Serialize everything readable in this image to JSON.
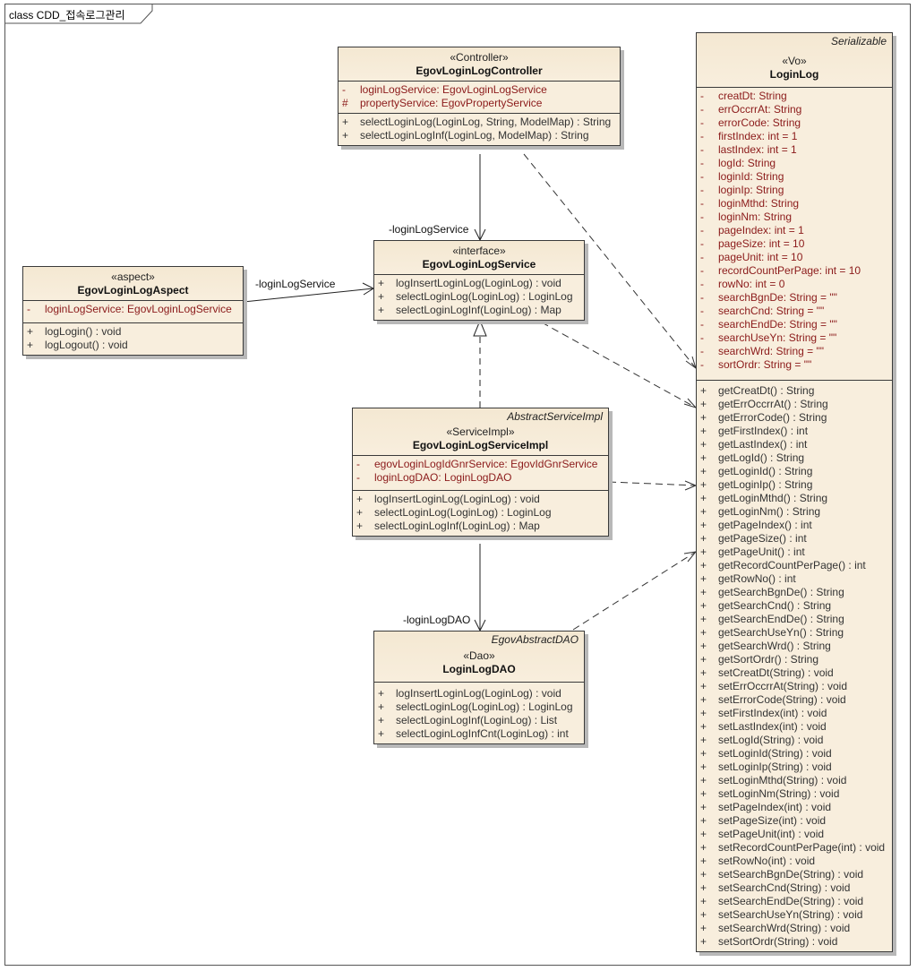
{
  "diagram": {
    "frame_title": "class CDD_접속로그관리",
    "colors": {
      "class_fill": "#f8eedd",
      "attribute_text": "#8b1a1a",
      "operation_text": "#333333",
      "border": "#3a3a3a"
    }
  },
  "classes": {
    "controller": {
      "stereotype": "«Controller»",
      "name": "EgovLoginLogController",
      "attributes": [
        {
          "vis": "-",
          "text": "loginLogService:  EgovLoginLogService"
        },
        {
          "vis": "#",
          "text": "propertyService:  EgovPropertyService"
        }
      ],
      "operations": [
        {
          "vis": "+",
          "text": "selectLoginLog(LoginLog, String, ModelMap) : String"
        },
        {
          "vis": "+",
          "text": "selectLoginLogInf(LoginLog, ModelMap) : String"
        }
      ]
    },
    "service": {
      "stereotype": "«interface»",
      "name": "EgovLoginLogService",
      "operations": [
        {
          "vis": "+",
          "text": "logInsertLoginLog(LoginLog) : void"
        },
        {
          "vis": "+",
          "text": "selectLoginLog(LoginLog) : LoginLog"
        },
        {
          "vis": "+",
          "text": "selectLoginLogInf(LoginLog) : Map"
        }
      ]
    },
    "aspect": {
      "stereotype": "«aspect»",
      "name": "EgovLoginLogAspect",
      "attributes": [
        {
          "vis": "-",
          "text": "loginLogService:  EgovLoginLogService"
        }
      ],
      "operations": [
        {
          "vis": "+",
          "text": "logLogin() : void"
        },
        {
          "vis": "+",
          "text": "logLogout() : void"
        }
      ]
    },
    "serviceimpl": {
      "parent": "AbstractServiceImpl",
      "stereotype": "«ServiceImpl»",
      "name": "EgovLoginLogServiceImpl",
      "attributes": [
        {
          "vis": "-",
          "text": "egovLoginLogIdGnrService:  EgovIdGnrService"
        },
        {
          "vis": "-",
          "text": "loginLogDAO:  LoginLogDAO"
        }
      ],
      "operations": [
        {
          "vis": "+",
          "text": "logInsertLoginLog(LoginLog) : void"
        },
        {
          "vis": "+",
          "text": "selectLoginLog(LoginLog) : LoginLog"
        },
        {
          "vis": "+",
          "text": "selectLoginLogInf(LoginLog) : Map"
        }
      ]
    },
    "dao": {
      "parent": "EgovAbstractDAO",
      "stereotype": "«Dao»",
      "name": "LoginLogDAO",
      "operations": [
        {
          "vis": "+",
          "text": "logInsertLoginLog(LoginLog) : void"
        },
        {
          "vis": "+",
          "text": "selectLoginLog(LoginLog) : LoginLog"
        },
        {
          "vis": "+",
          "text": "selectLoginLogInf(LoginLog) : List"
        },
        {
          "vis": "+",
          "text": "selectLoginLogInfCnt(LoginLog) : int"
        }
      ]
    },
    "vo": {
      "parent": "Serializable",
      "stereotype": "«Vo»",
      "name": "LoginLog",
      "attributes": [
        {
          "vis": "-",
          "text": "creatDt:  String"
        },
        {
          "vis": "-",
          "text": "errOccrrAt:  String"
        },
        {
          "vis": "-",
          "text": "errorCode:  String"
        },
        {
          "vis": "-",
          "text": "firstIndex:  int = 1"
        },
        {
          "vis": "-",
          "text": "lastIndex:  int = 1"
        },
        {
          "vis": "-",
          "text": "logId:  String"
        },
        {
          "vis": "-",
          "text": "loginId:  String"
        },
        {
          "vis": "-",
          "text": "loginIp:  String"
        },
        {
          "vis": "-",
          "text": "loginMthd:  String"
        },
        {
          "vis": "-",
          "text": "loginNm:  String"
        },
        {
          "vis": "-",
          "text": "pageIndex:  int = 1"
        },
        {
          "vis": "-",
          "text": "pageSize:  int = 10"
        },
        {
          "vis": "-",
          "text": "pageUnit:  int = 10"
        },
        {
          "vis": "-",
          "text": "recordCountPerPage:  int = 10"
        },
        {
          "vis": "-",
          "text": "rowNo:  int = 0"
        },
        {
          "vis": "-",
          "text": "searchBgnDe:  String = \"\""
        },
        {
          "vis": "-",
          "text": "searchCnd:  String = \"\""
        },
        {
          "vis": "-",
          "text": "searchEndDe:  String = \"\""
        },
        {
          "vis": "-",
          "text": "searchUseYn:  String = \"\""
        },
        {
          "vis": "-",
          "text": "searchWrd:  String = \"\""
        },
        {
          "vis": "-",
          "text": "sortOrdr:  String = \"\""
        }
      ],
      "operations": [
        {
          "vis": "+",
          "text": "getCreatDt() : String"
        },
        {
          "vis": "+",
          "text": "getErrOccrrAt() : String"
        },
        {
          "vis": "+",
          "text": "getErrorCode() : String"
        },
        {
          "vis": "+",
          "text": "getFirstIndex() : int"
        },
        {
          "vis": "+",
          "text": "getLastIndex() : int"
        },
        {
          "vis": "+",
          "text": "getLogId() : String"
        },
        {
          "vis": "+",
          "text": "getLoginId() : String"
        },
        {
          "vis": "+",
          "text": "getLoginIp() : String"
        },
        {
          "vis": "+",
          "text": "getLoginMthd() : String"
        },
        {
          "vis": "+",
          "text": "getLoginNm() : String"
        },
        {
          "vis": "+",
          "text": "getPageIndex() : int"
        },
        {
          "vis": "+",
          "text": "getPageSize() : int"
        },
        {
          "vis": "+",
          "text": "getPageUnit() : int"
        },
        {
          "vis": "+",
          "text": "getRecordCountPerPage() : int"
        },
        {
          "vis": "+",
          "text": "getRowNo() : int"
        },
        {
          "vis": "+",
          "text": "getSearchBgnDe() : String"
        },
        {
          "vis": "+",
          "text": "getSearchCnd() : String"
        },
        {
          "vis": "+",
          "text": "getSearchEndDe() : String"
        },
        {
          "vis": "+",
          "text": "getSearchUseYn() : String"
        },
        {
          "vis": "+",
          "text": "getSearchWrd() : String"
        },
        {
          "vis": "+",
          "text": "getSortOrdr() : String"
        },
        {
          "vis": "+",
          "text": "setCreatDt(String) : void"
        },
        {
          "vis": "+",
          "text": "setErrOccrrAt(String) : void"
        },
        {
          "vis": "+",
          "text": "setErrorCode(String) : void"
        },
        {
          "vis": "+",
          "text": "setFirstIndex(int) : void"
        },
        {
          "vis": "+",
          "text": "setLastIndex(int) : void"
        },
        {
          "vis": "+",
          "text": "setLogId(String) : void"
        },
        {
          "vis": "+",
          "text": "setLoginId(String) : void"
        },
        {
          "vis": "+",
          "text": "setLoginIp(String) : void"
        },
        {
          "vis": "+",
          "text": "setLoginMthd(String) : void"
        },
        {
          "vis": "+",
          "text": "setLoginNm(String) : void"
        },
        {
          "vis": "+",
          "text": "setPageIndex(int) : void"
        },
        {
          "vis": "+",
          "text": "setPageSize(int) : void"
        },
        {
          "vis": "+",
          "text": "setPageUnit(int) : void"
        },
        {
          "vis": "+",
          "text": "setRecordCountPerPage(int) : void"
        },
        {
          "vis": "+",
          "text": "setRowNo(int) : void"
        },
        {
          "vis": "+",
          "text": "setSearchBgnDe(String) : void"
        },
        {
          "vis": "+",
          "text": "setSearchCnd(String) : void"
        },
        {
          "vis": "+",
          "text": "setSearchEndDe(String) : void"
        },
        {
          "vis": "+",
          "text": "setSearchUseYn(String) : void"
        },
        {
          "vis": "+",
          "text": "setSearchWrd(String) : void"
        },
        {
          "vis": "+",
          "text": "setSortOrdr(String) : void"
        }
      ]
    }
  },
  "associations": {
    "controller_to_service": "-loginLogService",
    "aspect_to_service": "-loginLogService",
    "serviceimpl_to_dao": "-loginLogDAO"
  }
}
